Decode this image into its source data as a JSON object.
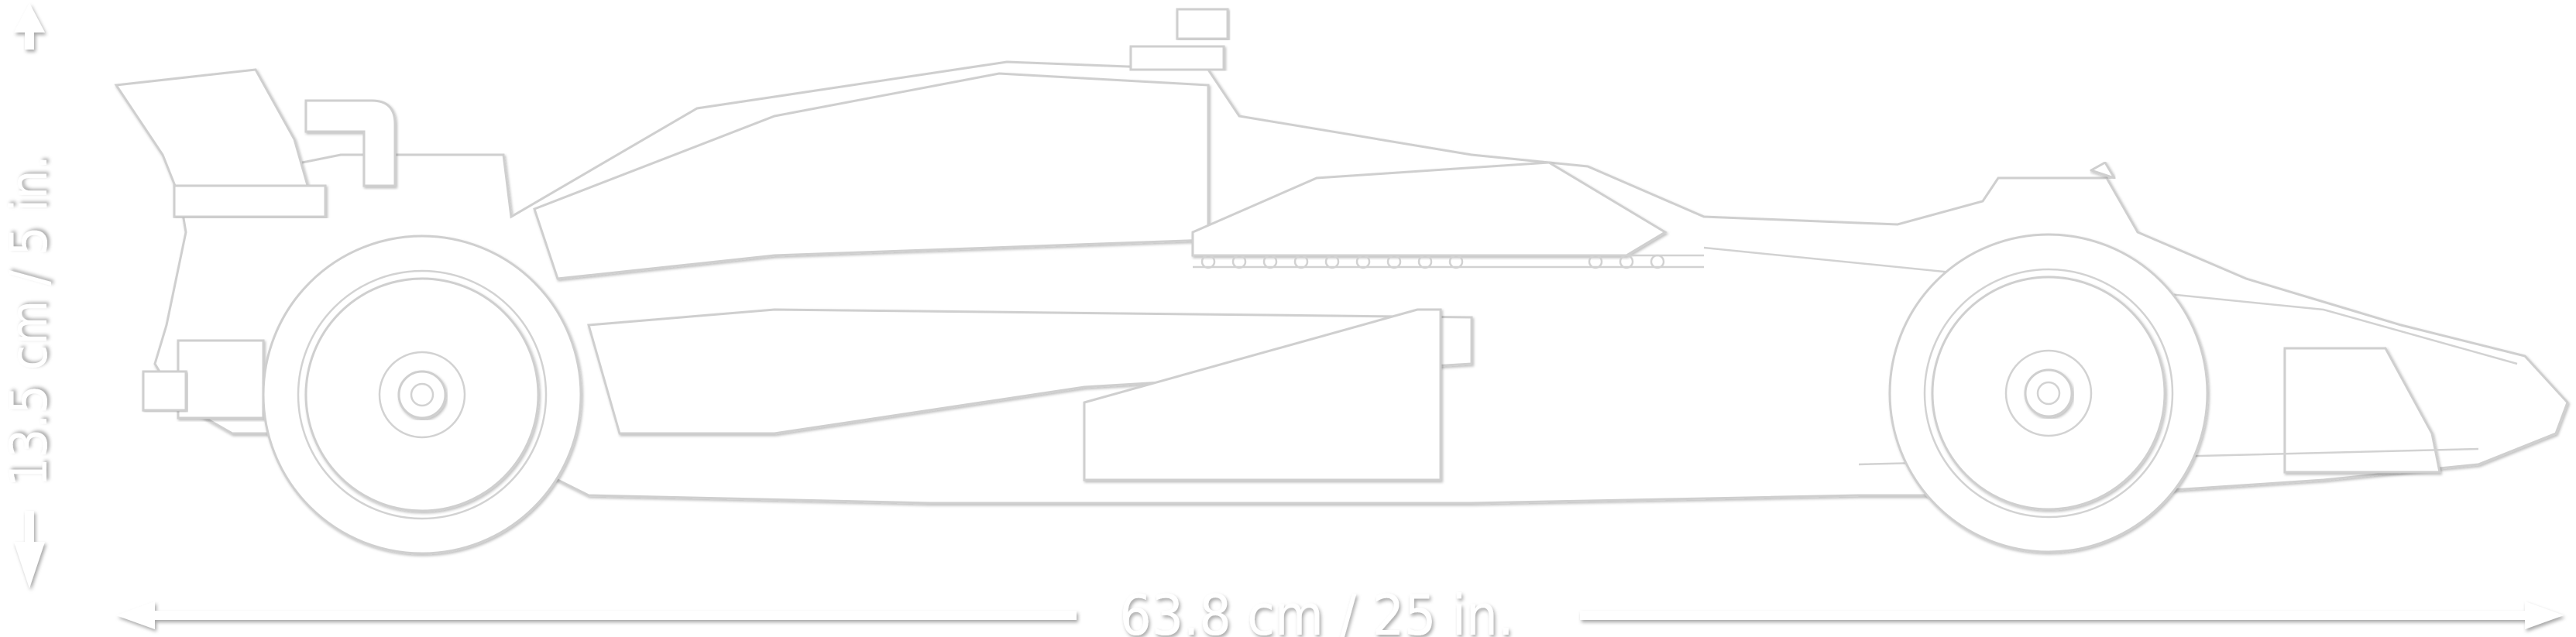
{
  "dimensions": {
    "height_label": "13.5 cm / 5 in.",
    "length_label": "63.8 cm / 25 in."
  },
  "illustration": {
    "subject": "car-side-outline",
    "stroke_color": "#cfcfcf",
    "background_color": "#ffffff"
  }
}
